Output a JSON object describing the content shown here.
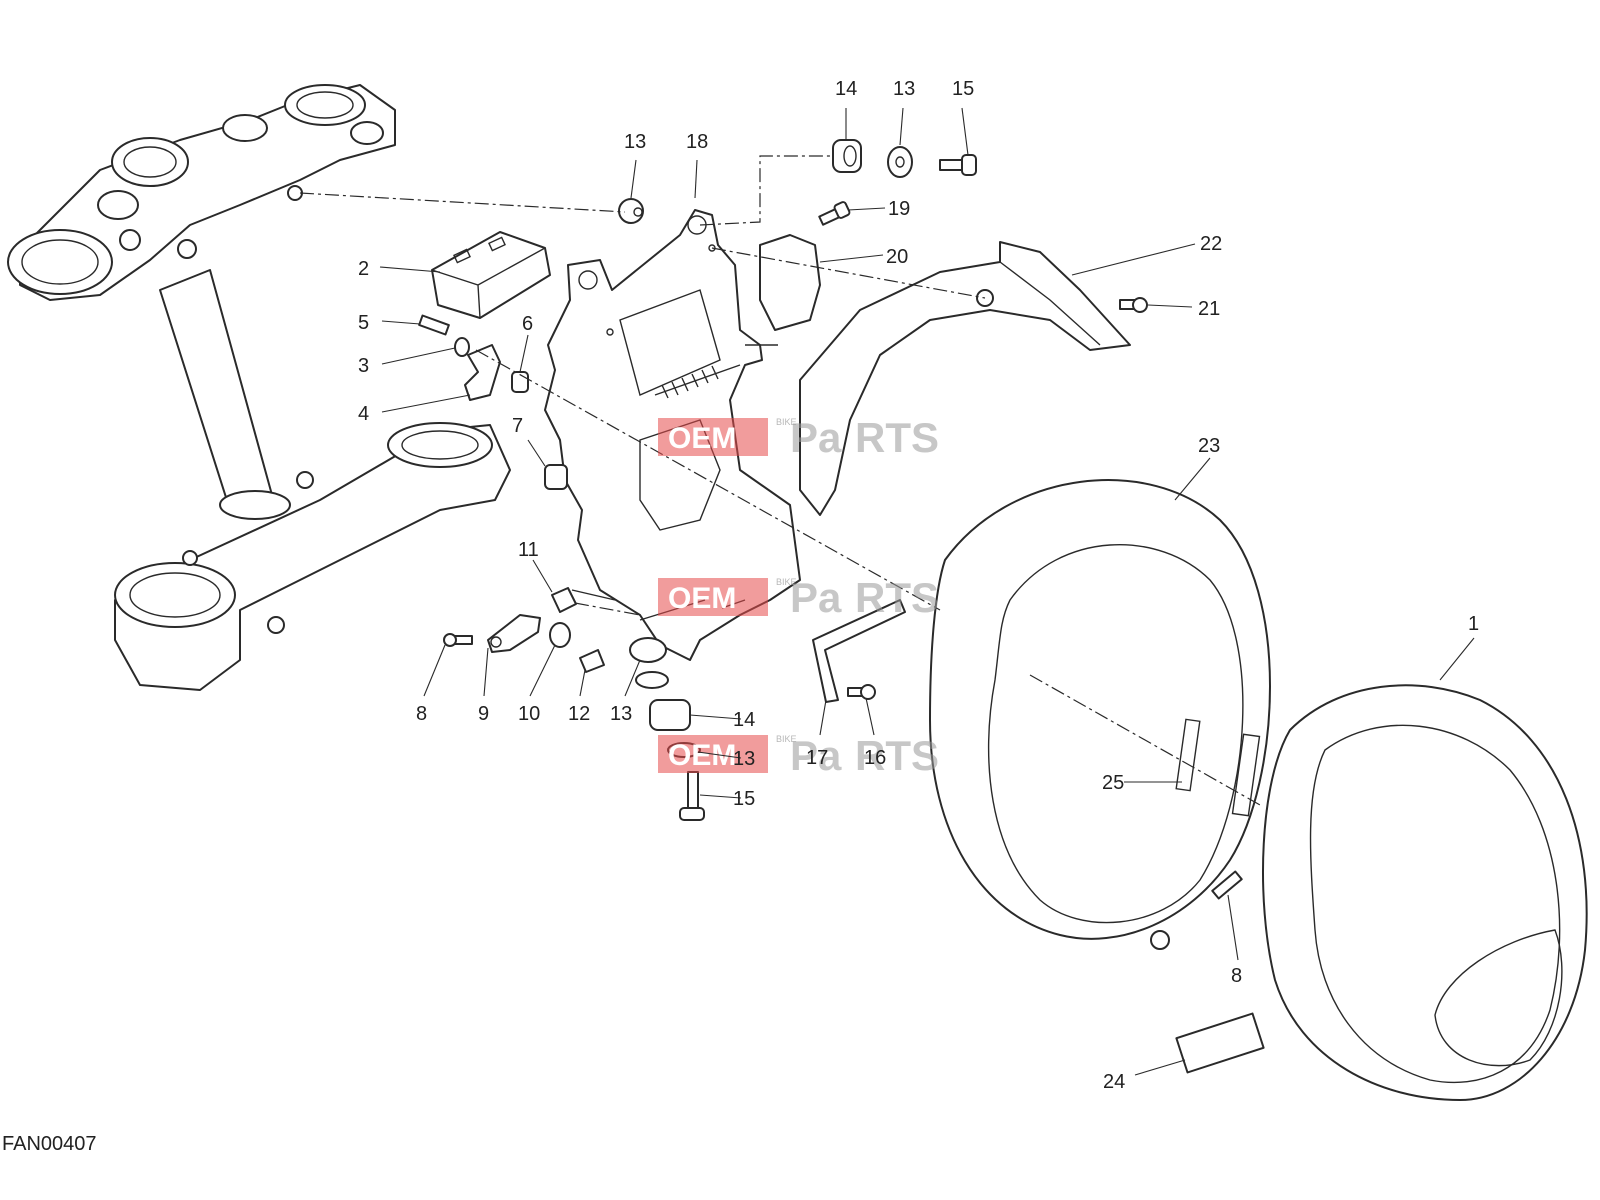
{
  "diagram": {
    "code": "FAN00407",
    "watermark": {
      "part1": "OEM",
      "part2": "BIKE",
      "part3": "Pa",
      "part4": "RTS"
    },
    "callouts": [
      "1",
      "2",
      "3",
      "4",
      "5",
      "6",
      "7",
      "8",
      "8",
      "9",
      "10",
      "11",
      "12",
      "13",
      "13",
      "13",
      "13",
      "14",
      "14",
      "15",
      "15",
      "16",
      "17",
      "18",
      "19",
      "20",
      "21",
      "22",
      "23",
      "24",
      "25"
    ]
  },
  "colors": {
    "line": "#2a2a2a",
    "watermark": "#e64a4a",
    "background": "#ffffff"
  },
  "icons": [
    "triple-clamp",
    "headlight-bracket",
    "headlight-shell",
    "headlight-lens",
    "front-fender-upper",
    "connector",
    "screw",
    "washer",
    "grommet"
  ]
}
